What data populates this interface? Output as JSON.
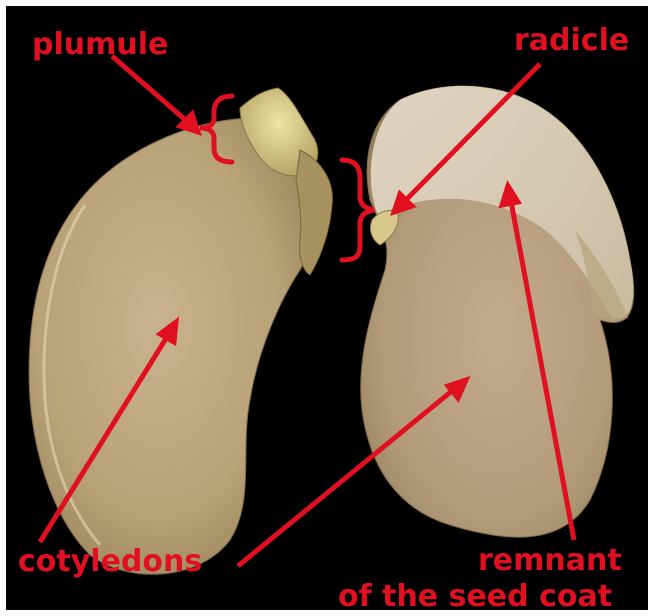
{
  "labels": {
    "plumule": "plumule",
    "radicle": "radicle",
    "cotyledons": "cotyledons",
    "remnant_line1": "remnant",
    "remnant_line2": "of the seed coat"
  },
  "colors": {
    "background": "#000000",
    "label_red": "#e01020",
    "seed_base": "#c9b48a",
    "seed_shadow": "#9d8659",
    "seed_light": "#e2d6b8",
    "plumule_tissue": "#d9c98a"
  }
}
